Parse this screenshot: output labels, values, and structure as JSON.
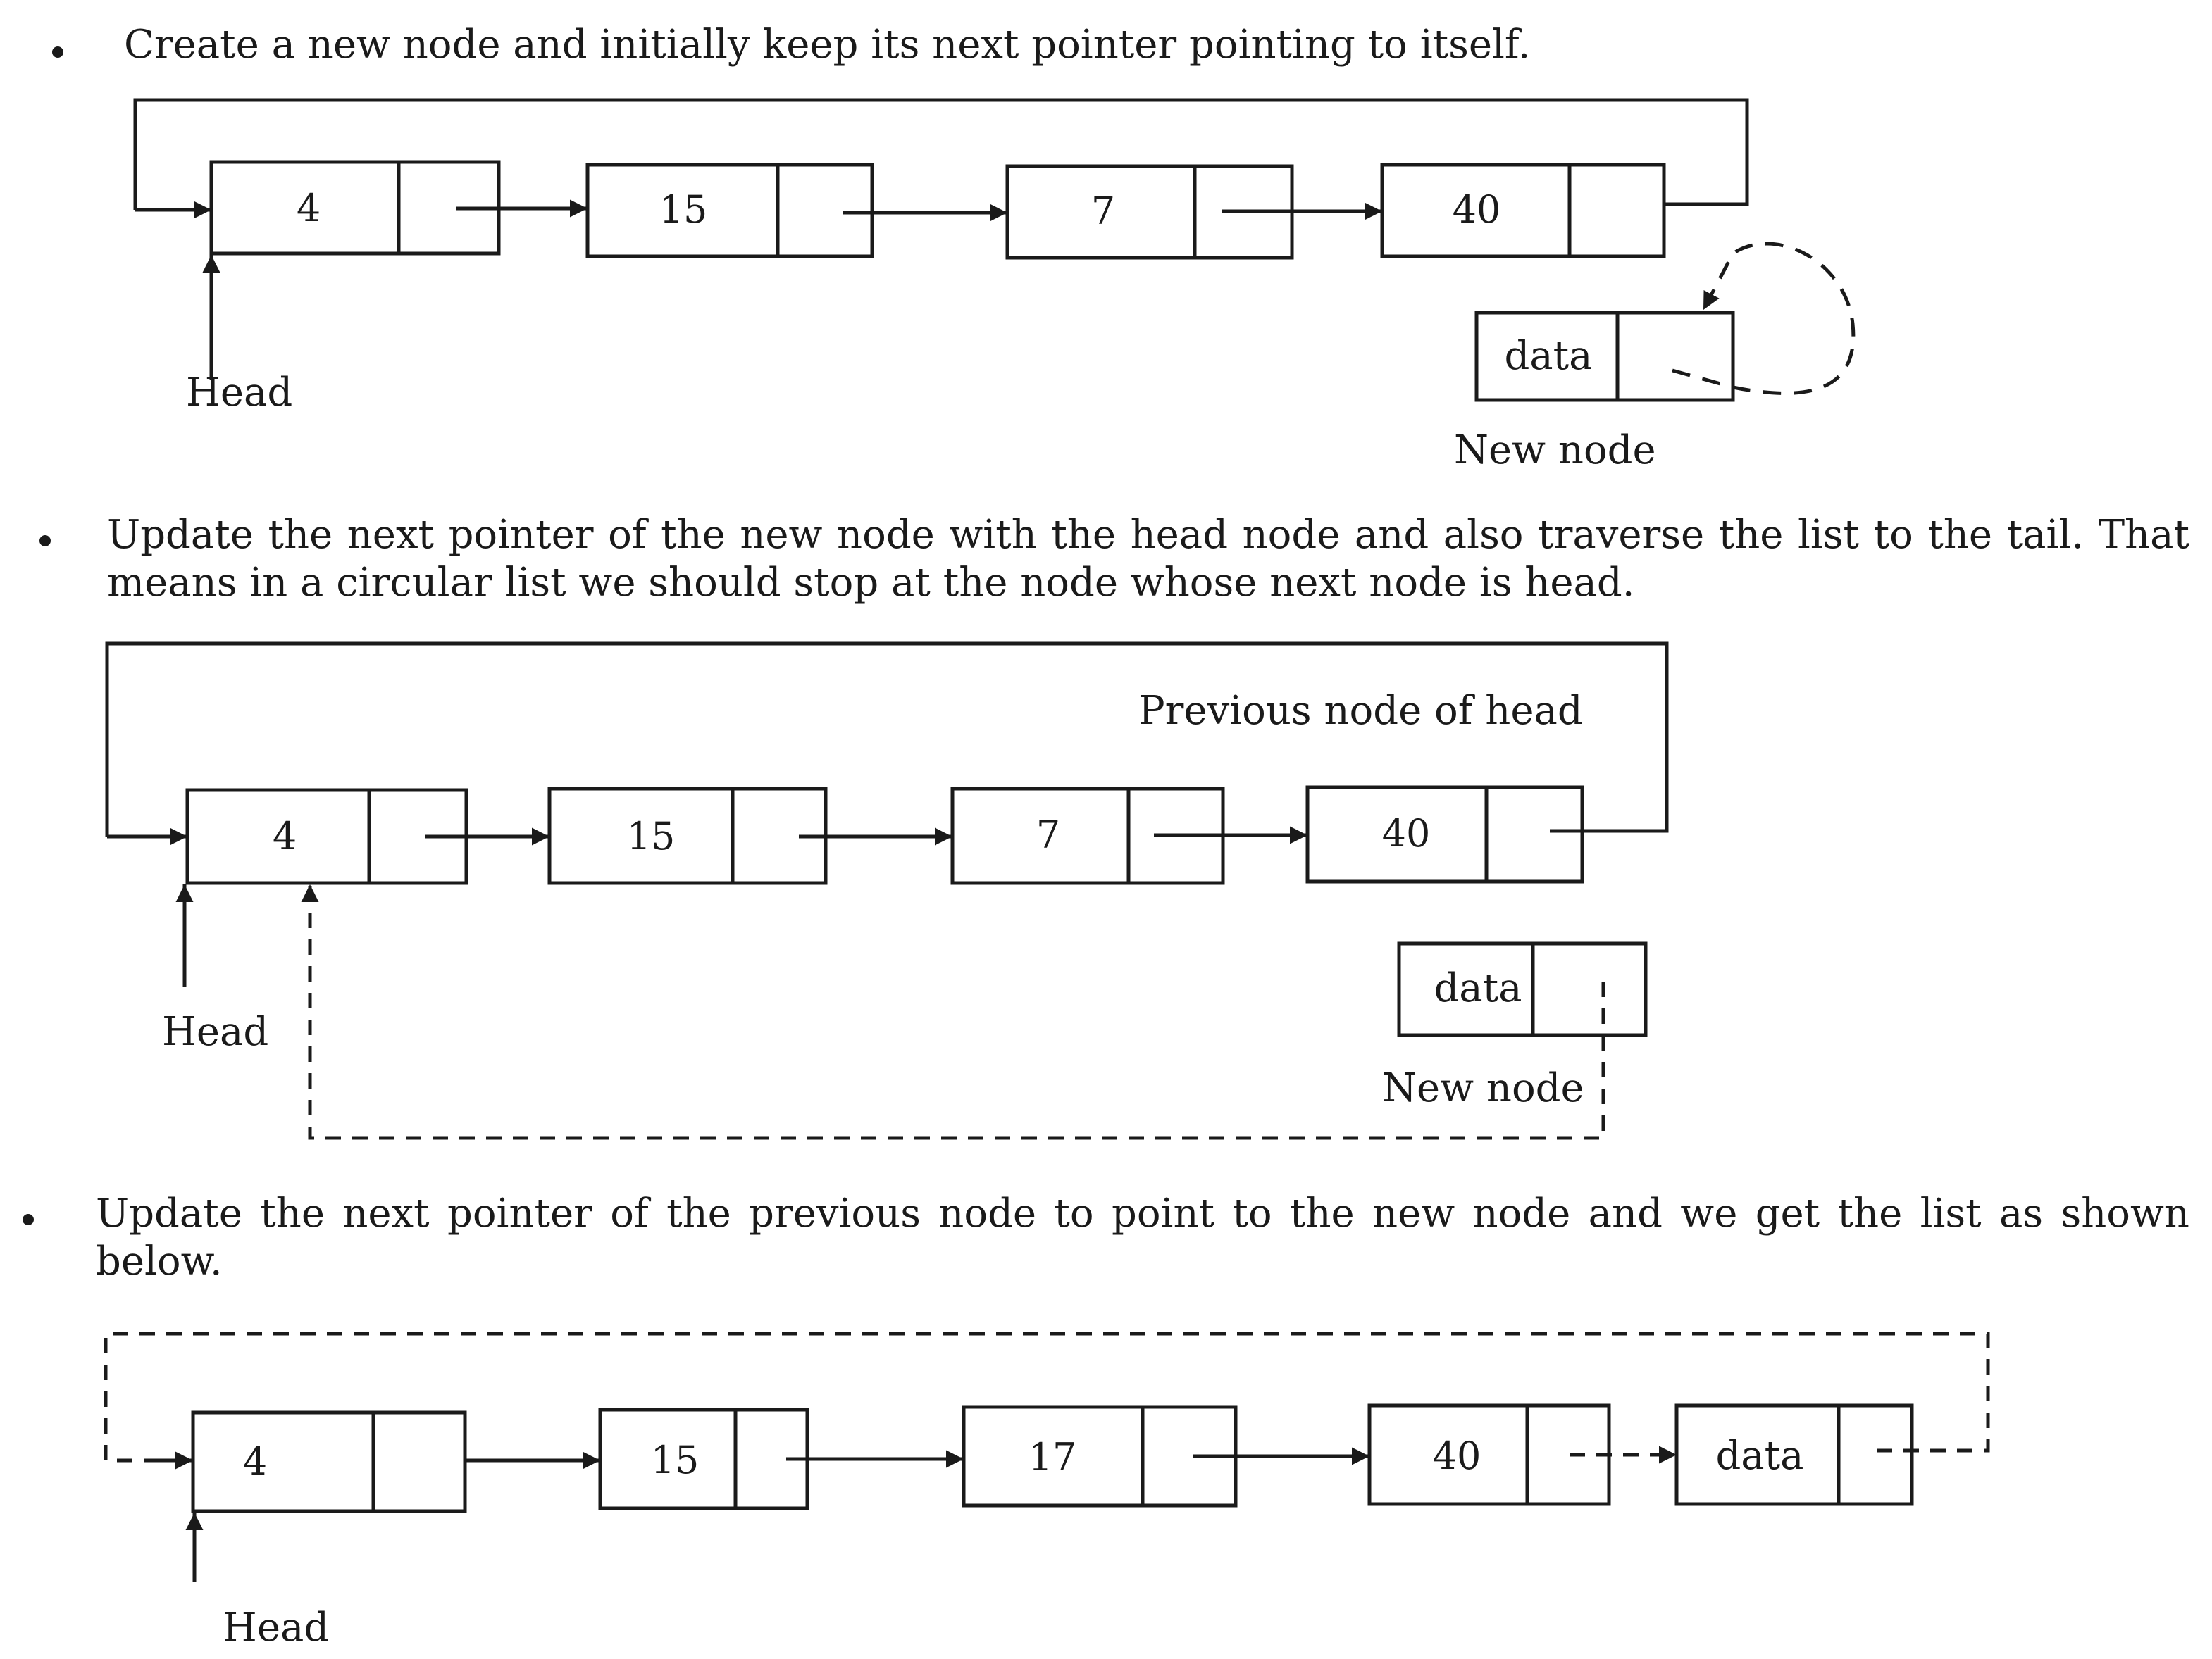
{
  "steps": [
    {
      "text": "Create a new node and initially keep its next pointer pointing to itself.",
      "nodes": [
        "4",
        "15",
        "7",
        "40"
      ],
      "new_node": {
        "data": "data",
        "label": "New node"
      },
      "head_label": "Head"
    },
    {
      "text": "Update the next pointer of the new node with the head node and also traverse the list to the tail. That means in a circular list we should stop at the node whose next node is head.",
      "nodes": [
        "4",
        "15",
        "7",
        "40"
      ],
      "annotation": "Previous node of head",
      "new_node": {
        "data": "data",
        "label": "New node"
      },
      "head_label": "Head"
    },
    {
      "text": "Update the next pointer of the previous node to point to the new node and we get the list as shown below.",
      "nodes": [
        "4",
        "15",
        "17",
        "40",
        "data"
      ],
      "head_label": "Head"
    }
  ]
}
